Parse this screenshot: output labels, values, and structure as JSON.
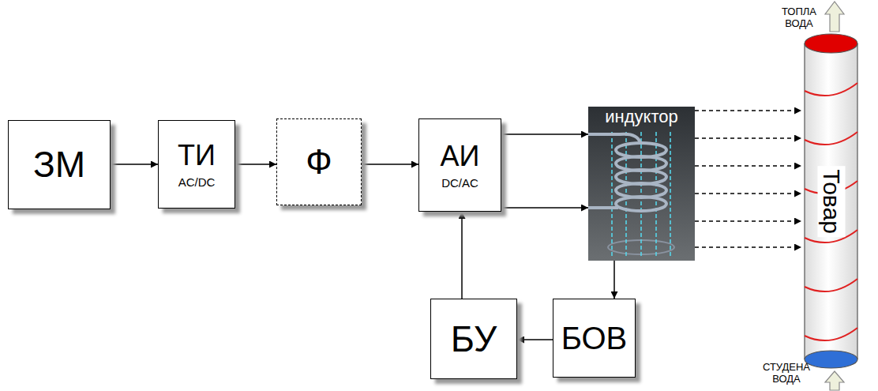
{
  "diagram": {
    "nodes": [
      {
        "text": [
          "ЗМ"
        ]
      },
      {
        "text": [
          "ТИ",
          "AC/DC"
        ]
      },
      {
        "text": [
          "Ф"
        ]
      },
      {
        "text": [
          "АИ",
          "DC/AC"
        ]
      },
      {
        "text": [
          "индуктор"
        ]
      },
      {
        "text": [
          "Товар"
        ]
      },
      {
        "text": [
          "БУ"
        ]
      },
      {
        "text": [
          "БОВ"
        ]
      }
    ],
    "edges": [
      {
        "from": 0,
        "to": 1,
        "arrow": "to"
      },
      {
        "from": 1,
        "to": 2,
        "arrow": "to"
      },
      {
        "from": 2,
        "to": 3,
        "arrow": "to"
      },
      {
        "from": 3,
        "to": 4,
        "arrow": "to"
      },
      {
        "from": 3,
        "to": 4,
        "arrow": "to"
      },
      {
        "from": 4,
        "to": 5,
        "arrow": "to"
      },
      {
        "from": 4,
        "to": 5,
        "arrow": "to"
      },
      {
        "from": 4,
        "to": 5,
        "arrow": "to"
      },
      {
        "from": 4,
        "to": 5,
        "arrow": "to"
      },
      {
        "from": 4,
        "to": 5,
        "arrow": "to"
      },
      {
        "from": 4,
        "to": 5,
        "arrow": "to"
      },
      {
        "from": 4,
        "to": 7,
        "arrow": "to"
      },
      {
        "from": 7,
        "to": 6,
        "arrow": "to"
      },
      {
        "from": 6,
        "to": 3,
        "arrow": "to"
      }
    ],
    "labels": [
      "ТОПЛА ВОДА",
      "СТУДЕНА ВОДА"
    ]
  }
}
